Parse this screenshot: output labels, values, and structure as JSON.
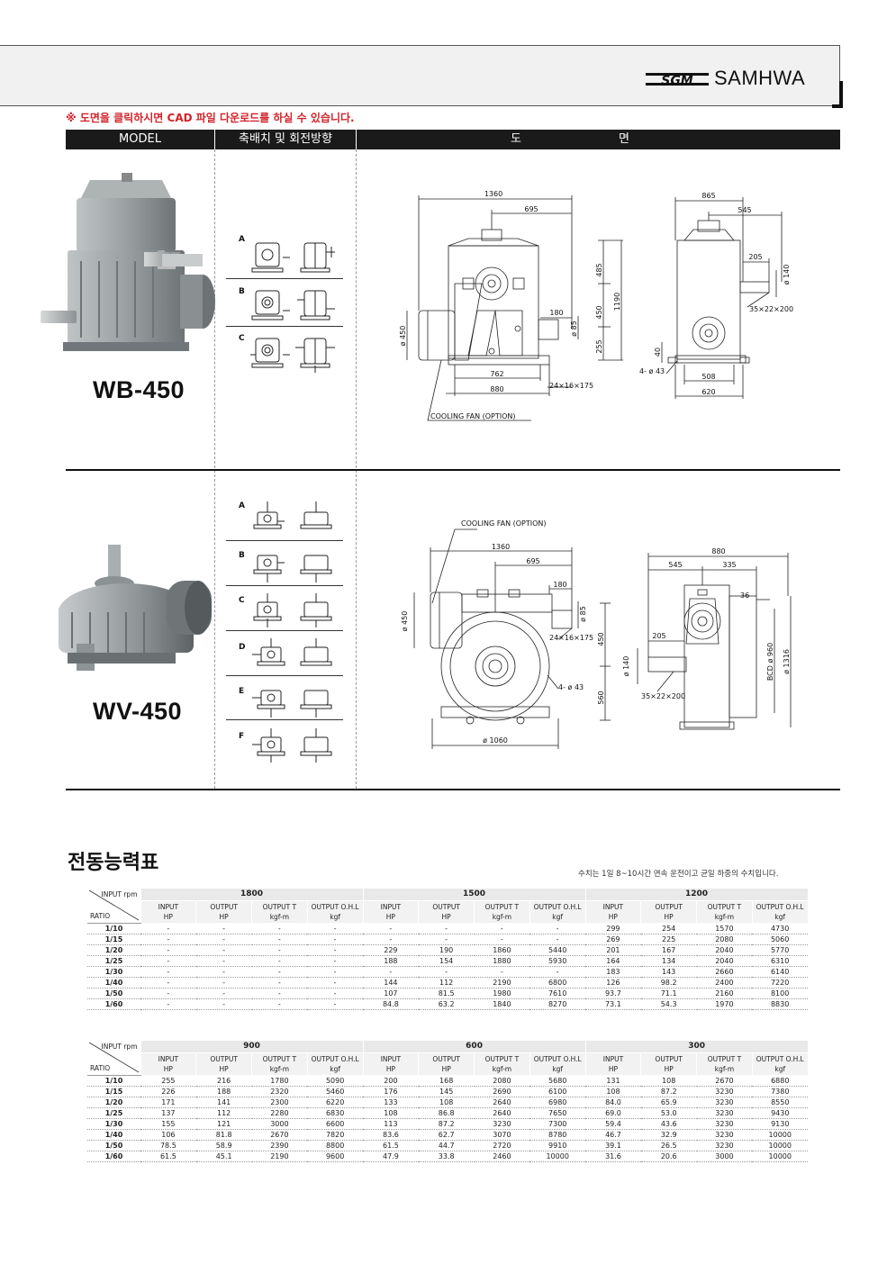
{
  "brand": {
    "name": "SAMHWA",
    "mark": "SGM"
  },
  "notice": "※ 도면을 클릭하시면 CAD 파일 다운로드를 하실 수 있습니다.",
  "header_cols": {
    "model": "MODEL",
    "arrangement": "축배치 및 회전방향",
    "drawing_1": "도",
    "drawing_2": "면"
  },
  "models": [
    {
      "name": "WB-450",
      "letters": [
        "A",
        "B",
        "C"
      ]
    },
    {
      "name": "WV-450",
      "letters": [
        "A",
        "B",
        "C",
        "D",
        "E",
        "F"
      ]
    }
  ],
  "wb_dims": {
    "w1360": "1360",
    "w695": "695",
    "w865": "865",
    "w545": "545",
    "h485": "485",
    "h450": "450",
    "h1190": "1190",
    "h255": "255",
    "d450": "ø 450",
    "w180": "180",
    "d85": "ø 85",
    "key24": "24×16×175",
    "w762": "762",
    "w880": "880",
    "fan": "COOLING FAN (OPTION)",
    "w205": "205",
    "d140": "ø 140",
    "key35": "35×22×200",
    "h40": "40",
    "bolt": "4- ø 43",
    "w508": "508",
    "w620": "620"
  },
  "wv_dims": {
    "fan": "COOLING FAN (OPTION)",
    "w1360": "1360",
    "w695": "695",
    "w180": "180",
    "d85": "ø 85",
    "d450": "ø 450",
    "key24": "24×16×175",
    "h450": "450",
    "bolt": "4- ø 43",
    "h560": "560",
    "d1060": "ø 1060",
    "w880": "880",
    "w545": "545",
    "w335": "335",
    "w36": "36",
    "w205": "205",
    "d140": "ø 140",
    "key35": "35×22×200",
    "bcd": "BCD ø 960",
    "d1316": "ø 1316"
  },
  "perf_title": "전동능력표",
  "perf_note": "수치는 1일 8~10시간 연속 운전이고 균일 하중의 수치입니다.",
  "corner": {
    "input": "INPUT rpm",
    "ratio": "RATIO"
  },
  "subcols": [
    [
      "INPUT",
      "HP"
    ],
    [
      "OUTPUT",
      "HP"
    ],
    [
      "OUTPUT T",
      "kgf-m"
    ],
    [
      "OUTPUT O.H.L",
      "kgf"
    ]
  ],
  "ratios": [
    "1/10",
    "1/15",
    "1/20",
    "1/25",
    "1/30",
    "1/40",
    "1/50",
    "1/60"
  ],
  "table1": {
    "rpms": [
      "1800",
      "1500",
      "1200"
    ],
    "rows": [
      [
        "-",
        "-",
        "-",
        "-",
        "-",
        "-",
        "-",
        "-",
        "299",
        "254",
        "1570",
        "4730"
      ],
      [
        "-",
        "-",
        "-",
        "-",
        "-",
        "-",
        "-",
        "-",
        "269",
        "225",
        "2080",
        "5060"
      ],
      [
        "-",
        "-",
        "-",
        "-",
        "229",
        "190",
        "1860",
        "5440",
        "201",
        "167",
        "2040",
        "5770"
      ],
      [
        "-",
        "-",
        "-",
        "-",
        "188",
        "154",
        "1880",
        "5930",
        "164",
        "134",
        "2040",
        "6310"
      ],
      [
        "-",
        "-",
        "-",
        "-",
        "-",
        "-",
        "-",
        "-",
        "183",
        "143",
        "2660",
        "6140"
      ],
      [
        "-",
        "-",
        "-",
        "-",
        "144",
        "112",
        "2190",
        "6800",
        "126",
        "98.2",
        "2400",
        "7220"
      ],
      [
        "-",
        "-",
        "-",
        "-",
        "107",
        "81.5",
        "1980",
        "7610",
        "93.7",
        "71.1",
        "2160",
        "8100"
      ],
      [
        "-",
        "-",
        "-",
        "-",
        "84.8",
        "63.2",
        "1840",
        "8270",
        "73.1",
        "54.3",
        "1970",
        "8830"
      ]
    ]
  },
  "table2": {
    "rpms": [
      "900",
      "600",
      "300"
    ],
    "rows": [
      [
        "255",
        "216",
        "1780",
        "5090",
        "200",
        "168",
        "2080",
        "5680",
        "131",
        "108",
        "2670",
        "6880"
      ],
      [
        "226",
        "188",
        "2320",
        "5460",
        "176",
        "145",
        "2690",
        "6100",
        "108",
        "87.2",
        "3230",
        "7380"
      ],
      [
        "171",
        "141",
        "2300",
        "6220",
        "133",
        "108",
        "2640",
        "6980",
        "84.0",
        "65.9",
        "3230",
        "8550"
      ],
      [
        "137",
        "112",
        "2280",
        "6830",
        "108",
        "86.8",
        "2640",
        "7650",
        "69.0",
        "53.0",
        "3230",
        "9430"
      ],
      [
        "155",
        "121",
        "3000",
        "6600",
        "113",
        "87.2",
        "3230",
        "7300",
        "59.4",
        "43.6",
        "3230",
        "9130"
      ],
      [
        "106",
        "81.8",
        "2670",
        "7820",
        "83.6",
        "62.7",
        "3070",
        "8780",
        "46.7",
        "32.9",
        "3230",
        "10000"
      ],
      [
        "78.5",
        "58.9",
        "2390",
        "8800",
        "61.5",
        "44.7",
        "2720",
        "9910",
        "39.1",
        "26.5",
        "3230",
        "10000"
      ],
      [
        "61.5",
        "45.1",
        "2190",
        "9600",
        "47.9",
        "33.8",
        "2460",
        "10000",
        "31.6",
        "20.6",
        "3000",
        "10000"
      ]
    ]
  }
}
